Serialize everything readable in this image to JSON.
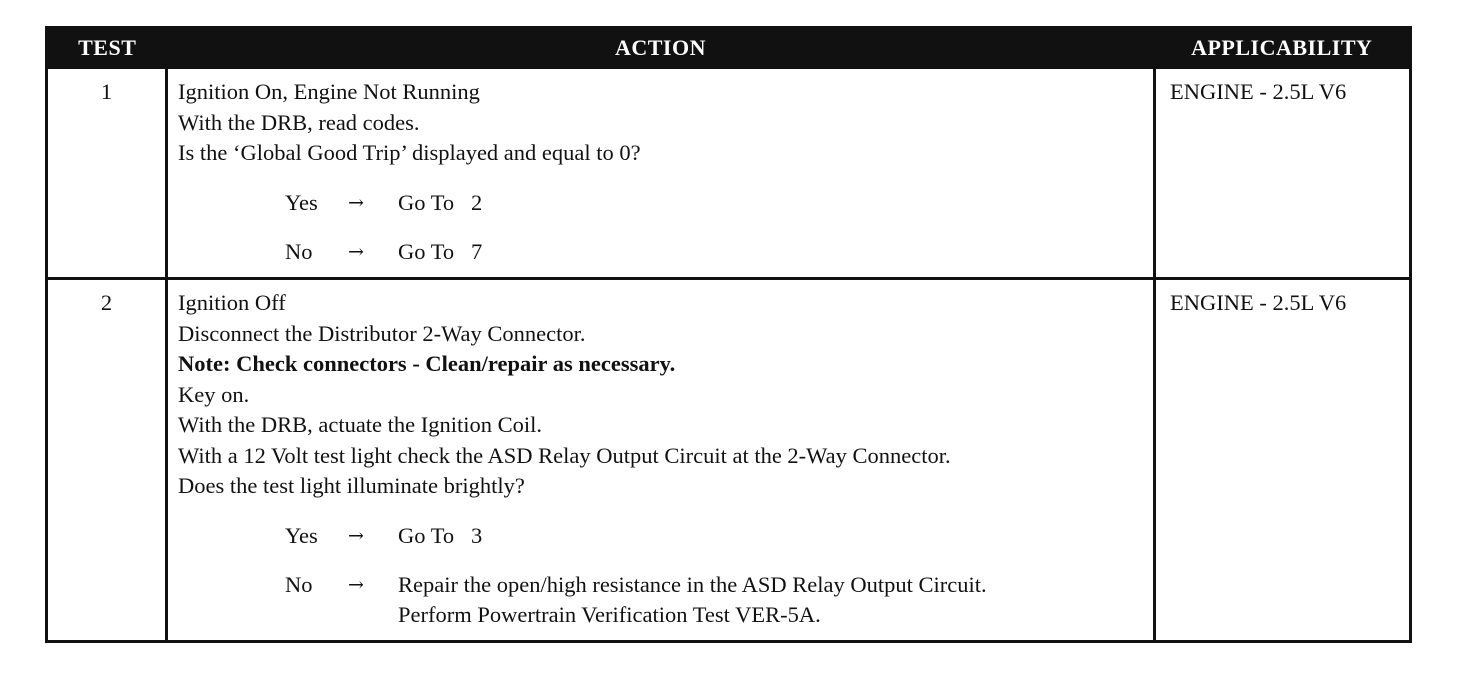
{
  "headers": {
    "test": "TEST",
    "action": "ACTION",
    "applicability": "APPLICABILITY"
  },
  "rows": [
    {
      "test": "1",
      "lines": [
        "Ignition On, Engine Not Running",
        "With the DRB, read codes.",
        "Is the ‘Global Good Trip’ displayed and equal to 0?"
      ],
      "yes": {
        "answer": "Yes",
        "arrow": "→",
        "result": "Go To   2"
      },
      "no": {
        "answer": "No",
        "arrow": "→",
        "result": "Go To   7"
      },
      "applicability": "ENGINE - 2.5L V6"
    },
    {
      "test": "2",
      "lines": [
        "Ignition Off",
        "Disconnect the Distributor 2-Way Connector."
      ],
      "note": "Note: Check connectors - Clean/repair as necessary.",
      "lines_after": [
        "Key on.",
        "With the DRB, actuate the Ignition Coil.",
        "With a 12 Volt test light check the ASD Relay Output Circuit at the 2-Way Connector.",
        "Does the test light illuminate brightly?"
      ],
      "yes": {
        "answer": "Yes",
        "arrow": "→",
        "result": "Go To   3"
      },
      "no": {
        "answer": "No",
        "arrow": "→",
        "result": "Repair the open/high resistance in the ASD Relay Output Circuit.",
        "result_2": "Perform Powertrain Verification Test VER-5A."
      },
      "applicability": "ENGINE - 2.5L V6"
    }
  ]
}
